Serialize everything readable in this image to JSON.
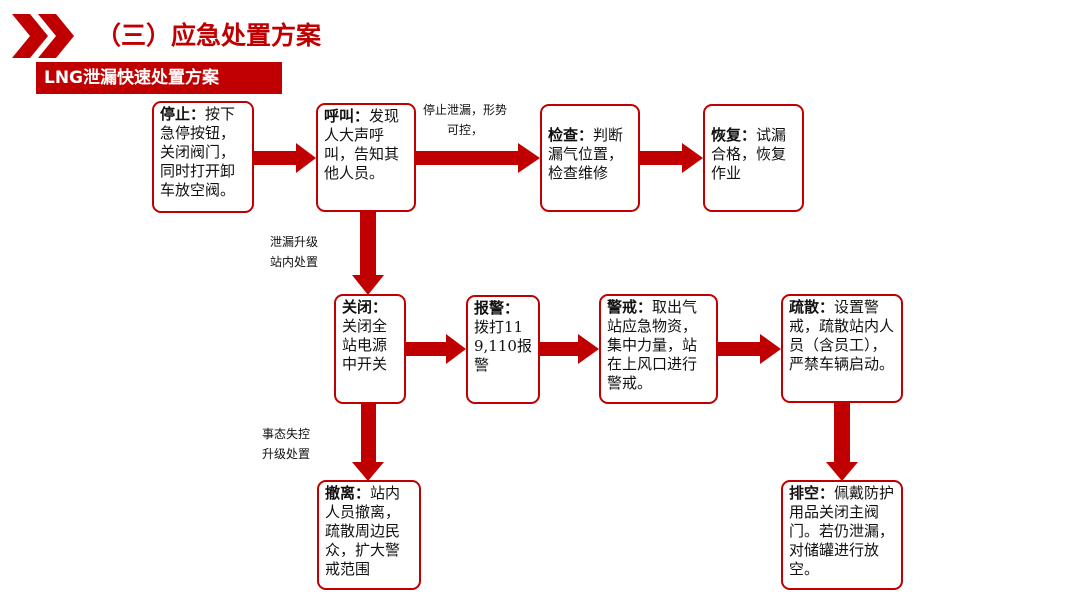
{
  "header": {
    "title": "（三）应急处置方案",
    "subtitle": "LNG泄漏快速处置方案"
  },
  "nodes": {
    "stop": {
      "head": "停止：",
      "body": "按下急停按钮，关闭阀门，同时打开卸车放空阀。"
    },
    "call": {
      "head": "呼叫：",
      "body": "发现人大声呼叫，告知其他人员。"
    },
    "check": {
      "head": "检查：",
      "body": "判断漏气位置，检查维修"
    },
    "recover": {
      "head": "恢复：",
      "body": "试漏合格，恢复作业"
    },
    "close": {
      "head": "关闭：",
      "body": "关闭全站电源中开关"
    },
    "alarm": {
      "head": "报警：",
      "body": "拨打119,110报警"
    },
    "guard": {
      "head": "警戒：",
      "body": "取出气站应急物资，集中力量，站在上风口进行警戒。"
    },
    "evacuate": {
      "head": "疏散：",
      "body": "设置警戒，疏散站内人员（含员工），严禁车辆启动。"
    },
    "withdraw": {
      "head": "撤离：",
      "body": "站内人员撤离，疏散周边民众，扩大警戒范围"
    },
    "vent": {
      "head": "排空：",
      "body": "佩戴防护用品关闭主阀门。若仍泄漏，对储罐进行放空。"
    }
  },
  "edge_labels": {
    "controllable": [
      "停止泄漏，形势",
      "可控，"
    ],
    "escalate_station": [
      "泄漏升级",
      "站内处置"
    ],
    "escalate_out_of_control": [
      "事态失控",
      "升级处置"
    ]
  },
  "colors": {
    "accent": "#c00000",
    "arrow": "#c00000"
  }
}
